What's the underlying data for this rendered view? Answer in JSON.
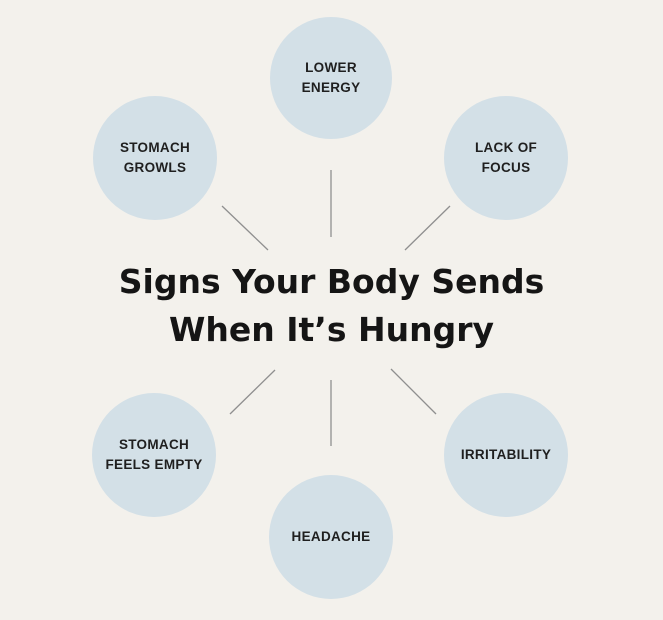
{
  "title": "Signs Your Body Sends\nWhen It’s Hungry",
  "colors": {
    "background": "#f3f1ec",
    "bubble": "#d3e0e7",
    "connector": "#8f8f8f",
    "text": "#1f1f1f"
  },
  "signs": [
    {
      "label": "LOWER\nENERGY"
    },
    {
      "label": "LACK OF\nFOCUS"
    },
    {
      "label": "IRRITABILITY"
    },
    {
      "label": "HEADACHE"
    },
    {
      "label": "STOMACH\nFEELS EMPTY"
    },
    {
      "label": "STOMACH\nGROWLS"
    }
  ]
}
